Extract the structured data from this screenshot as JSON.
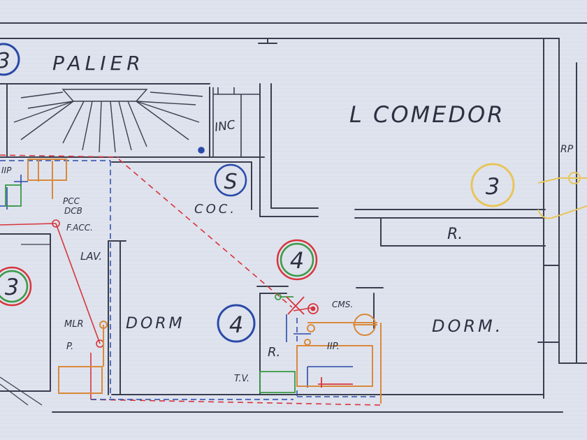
{
  "rooms": {
    "palier": "PALIER",
    "comedor": "L COMEDOR",
    "coc": "COC.",
    "lav": "LAV.",
    "dorm_left": "DORM",
    "dorm_right": "DORM.",
    "inc": "INC",
    "r_upper": "R.",
    "r_lower": "R."
  },
  "equipment": {
    "pcc_lines": [
      "PCC",
      "DCB",
      "F.ACC."
    ],
    "mlr": "MLR",
    "p": "P.",
    "cms": "CMS.",
    "iip": "IIP.",
    "tv": "T.V.",
    "rp": "RP",
    "iip_left": "IIP"
  },
  "circle_markers": {
    "top_left_partial": "3",
    "s_marker": "S",
    "yellow": "3",
    "left_red_green": "3",
    "green_red": "4",
    "blue": "4"
  },
  "colors": {
    "paper": "#dfe3ee",
    "ink": "#2c3040",
    "blue": "#2a4aa8",
    "red": "#d8343a",
    "green": "#3a9a45",
    "orange": "#d9893a",
    "yellow": "#e8c55a"
  }
}
